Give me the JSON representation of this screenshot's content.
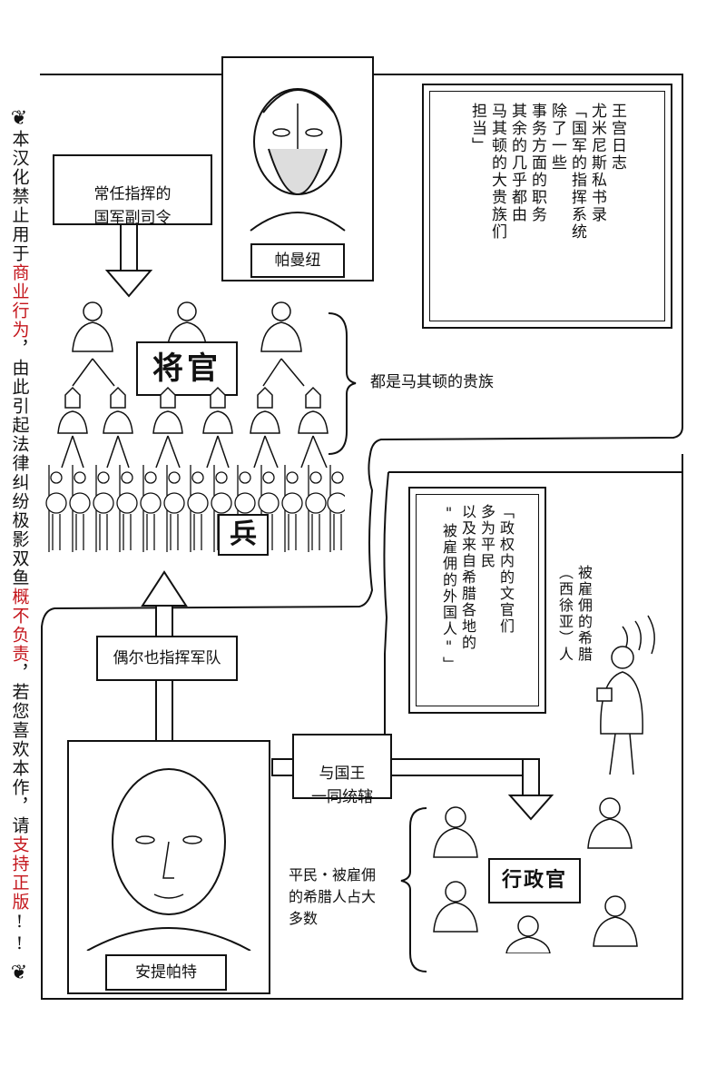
{
  "side_notice": {
    "part1": "本汉化禁止用于",
    "part2_red": "商业行为",
    "part3": "，由此引起法律纠纷极影双鱼",
    "part4_red": "概不负责",
    "part5": "，若您喜欢本作，请",
    "part6_red": "支持正版",
    "part7": "!!"
  },
  "title_box": {
    "text": "王宫日志\n尤米尼斯私书录\n「国军的指挥系统\n除了一些\n事务方面的职务\n其余的几乎都由\n马其顿的大贵族们\n担当」"
  },
  "parmenion": {
    "caption": "常任指挥的\n国军副司令",
    "name": "帕曼纽"
  },
  "ranks": {
    "generals": "将官",
    "soldiers": "兵",
    "nobles_note": "都是马其顿的贵族"
  },
  "antipater": {
    "occasional": "偶尔也指挥军队",
    "with_king": "与国王\n一同统辖",
    "name": "安提帕特"
  },
  "civil": {
    "quote": "「政权内的文官们\n多为平民\n以及来自希腊各地的\n\"被雇佣的外国人\"」",
    "hired_greek": "被雇佣的希腊\n（西徐亚）人",
    "admin": "行政官",
    "majority_note": "平民・被雇佣\n的希腊人占大\n多数"
  },
  "colors": {
    "ink": "#111111",
    "red_notice": "#c4161c"
  }
}
